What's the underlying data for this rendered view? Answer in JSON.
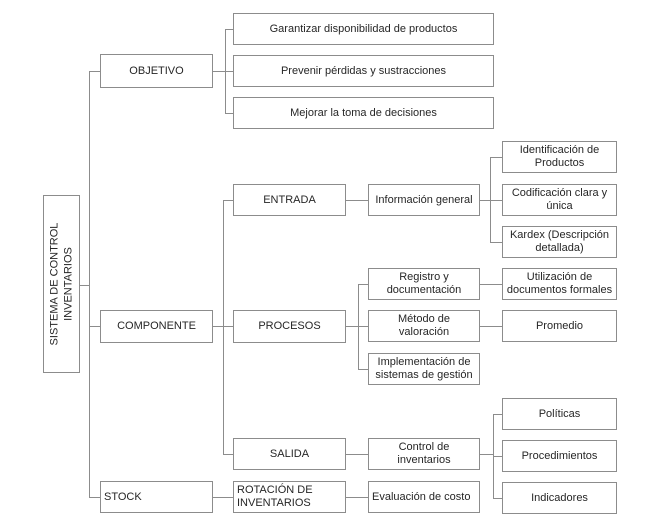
{
  "nodes": {
    "sistema": "SISTEMA DE CONTROL INVENTARIOS",
    "objetivo": "OBJETIVO",
    "garantizar": "Garantizar disponibilidad de productos",
    "prevenir": "Prevenir pérdidas y sustracciones",
    "mejorar": "Mejorar la toma de decisiones",
    "entrada": "ENTRADA",
    "informacion": "Información general",
    "identificacion": "Identificación de Productos",
    "codificacion": "Codificación clara y única",
    "kardex": "Kardex (Descripción detallada)",
    "componente": "COMPONENTE",
    "procesos": "PROCESOS",
    "registro": "Registro y documentación",
    "utilizacion": "Utilización de documentos formales",
    "metodo": "Método de valoración",
    "promedio": "Promedio",
    "implementacion": "Implementación de sistemas de gestión",
    "salida": "SALIDA",
    "control": "Control de inventarios",
    "politicas": "Políticas",
    "procedimientos": "Procedimientos",
    "indicadores": "Indicadores",
    "stock": "STOCK",
    "rotacion": "ROTACIÓN DE INVENTARIOS",
    "evaluacion": "Evaluación de costo"
  },
  "colors": {
    "border": "#8c8c8c",
    "line": "#8c8c8c",
    "text": "#262626",
    "background": "#ffffff"
  }
}
